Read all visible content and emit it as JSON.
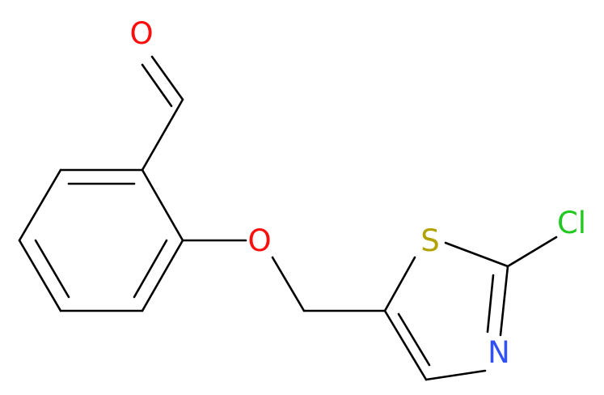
{
  "molecule": {
    "atoms": {
      "oxygen_aldehyde": {
        "label": "O",
        "color": "#ff0d0d"
      },
      "oxygen_ether": {
        "label": "O",
        "color": "#ff0d0d"
      },
      "sulfur": {
        "label": "S",
        "color": "#b2a200"
      },
      "nitrogen": {
        "label": "N",
        "color": "#3050f8"
      },
      "chlorine": {
        "label": "Cl",
        "color": "#1fc91f"
      }
    },
    "bond_color": "#000000"
  }
}
